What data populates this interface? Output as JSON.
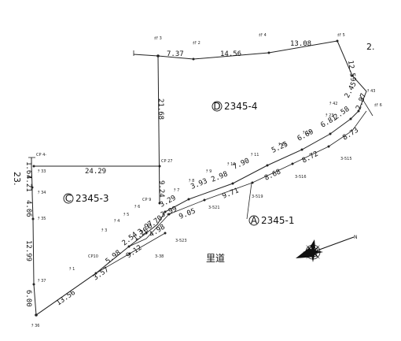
{
  "lots": {
    "d": {
      "symbol": "D",
      "number": "2345-4"
    },
    "c": {
      "symbol": "C",
      "number": "2345-3"
    },
    "a": {
      "symbol": "A",
      "number": "2345-1"
    }
  },
  "road_label": "里道",
  "edge_labels": {
    "top_right": "2.",
    "left": "23."
  },
  "dimensions": {
    "top": [
      "7.37",
      "14.56",
      "13.08"
    ],
    "right": [
      "12.59",
      "2.45",
      "2.87"
    ],
    "vertical_mid": [
      "21.68",
      "9.24"
    ],
    "horizontal_mid": "24.29",
    "left": [
      "1.67",
      "4.21",
      "4.06",
      "12.99",
      "6.00"
    ],
    "bottom_road": "13.56",
    "diag_upper": [
      "5.98",
      "2.54",
      "3.97",
      "3.29",
      "3.93",
      "2.98",
      "7.90",
      "5.25",
      "6.69",
      "6.81",
      "2.58"
    ],
    "diag_mid": [
      "1.20",
      "0.70",
      "3.99",
      "9.05",
      "9.71",
      "8.68",
      "8.72",
      "8.73"
    ],
    "diag_lower": [
      "3.57",
      "9.12",
      "4.98"
    ]
  },
  "point_labels": {
    "top": [
      "ﾎﾁ 3",
      "ﾎﾁ 2",
      "ﾎﾁ 4",
      "ﾎﾁ 5"
    ],
    "right": [
      "ﾁ 43",
      "ﾎﾁ 6",
      "ﾁ 42",
      "ﾁ 23"
    ],
    "mid": [
      "CP 27",
      "CP 4-"
    ],
    "left": [
      "ﾁ 33",
      "ﾁ 34",
      "ﾁ 35",
      "ﾁ 37",
      "ﾁ 36",
      "ﾁ 1",
      "CP10",
      "CP 9"
    ],
    "diag": [
      "ﾁ 3",
      "ﾁ 4",
      "ﾁ 5",
      "ﾁ 6",
      "ﾁ 7",
      "ﾁ 8",
      "ﾁ 9",
      "ﾁ 10",
      "ﾁ 11",
      "ﾁ 12",
      "ﾁ 13"
    ],
    "sub": [
      "3-515",
      "3-516",
      "3-519",
      "3-521",
      "3-523",
      "3-38"
    ]
  },
  "north_arrow": {
    "icon": "north-arrow-icon",
    "letter": "N"
  }
}
